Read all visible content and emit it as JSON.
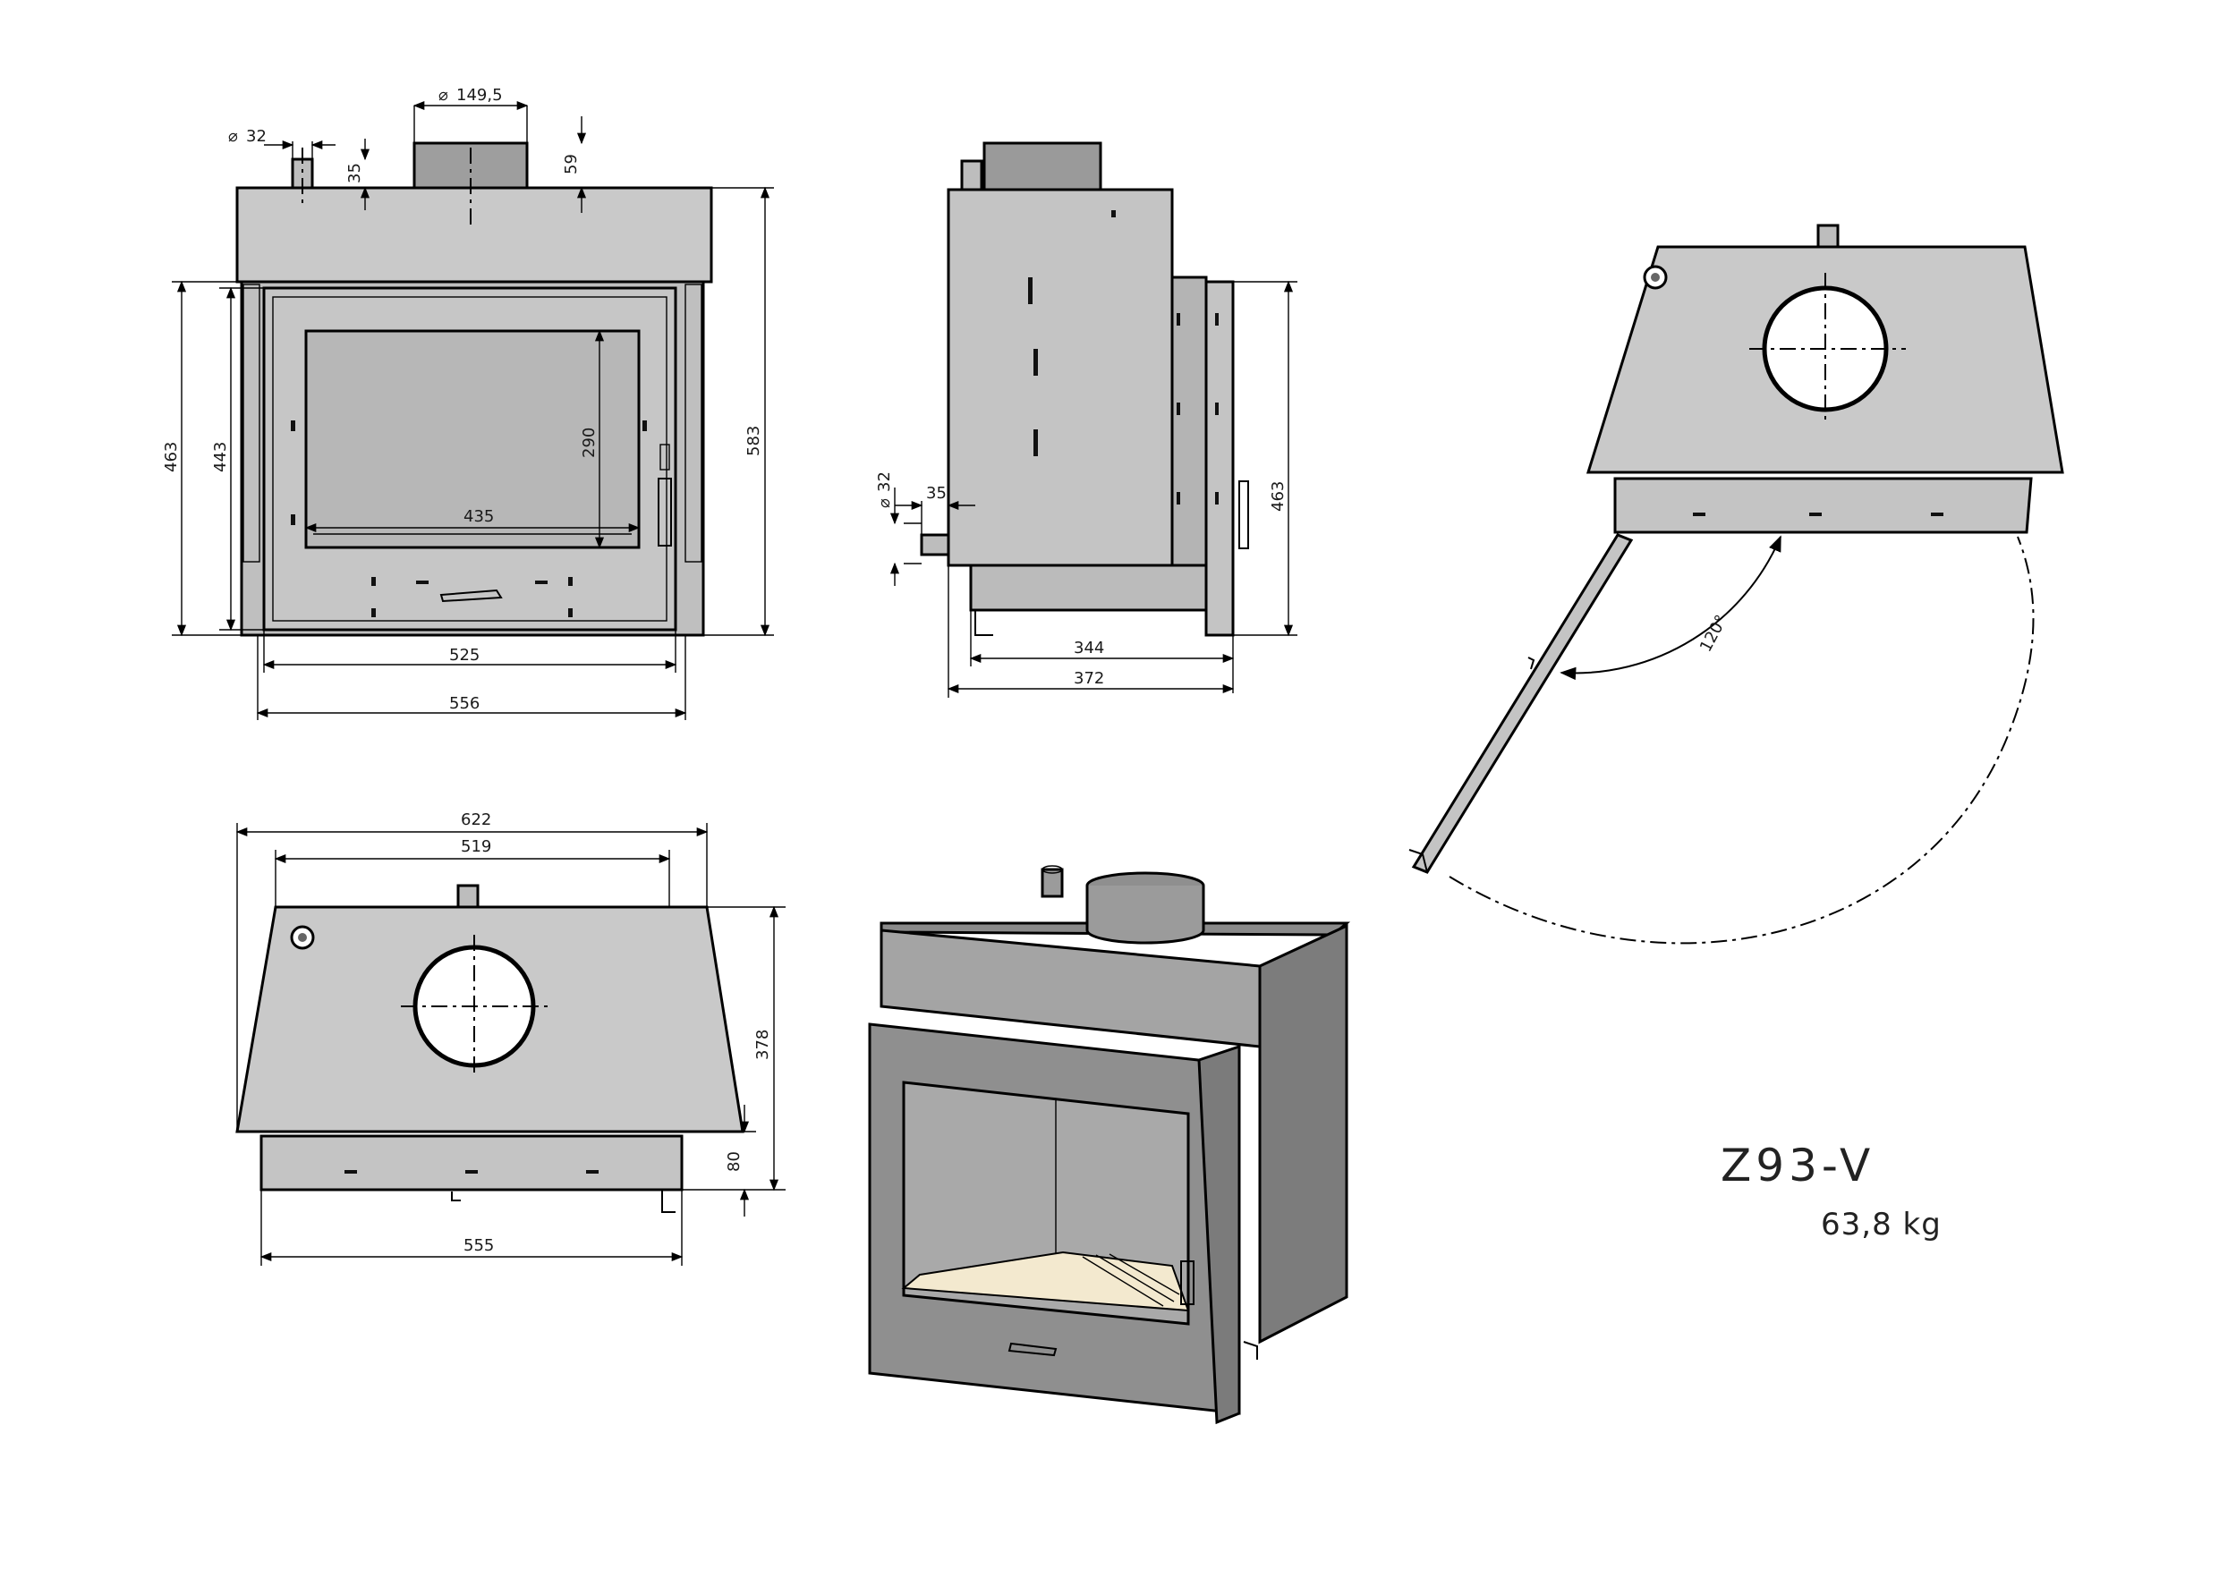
{
  "model": {
    "name": "Z93-V",
    "weight": "63,8 kg"
  },
  "front_view": {
    "dim_flue_diameter": "149,5",
    "dim_small_pipe_diameter": "32",
    "dim_small_pipe_height": "35",
    "dim_flue_height": "59",
    "dim_overall_height": "583",
    "dim_body_height": "463",
    "dim_door_height": "443",
    "dim_glass_height": "290",
    "dim_glass_width": "435",
    "dim_door_width": "525",
    "dim_body_width": "556"
  },
  "side_view": {
    "dim_pipe_diameter": "32",
    "dim_pipe_length": "35",
    "dim_front_height": "463",
    "dim_depth_inner": "344",
    "dim_depth_total": "372"
  },
  "top_view": {
    "dim_top_width": "622",
    "dim_top_width_inner": "519",
    "dim_top_depth": "378",
    "dim_front_offset": "80",
    "dim_bottom_width": "555"
  },
  "door_swing_view": {
    "dim_opening_angle": "120°"
  },
  "colors": {
    "steel": "#c9c9c9",
    "steel_dark": "#8a8a8a",
    "glass": "#b7b7b7",
    "fire_bed": "#f3e9cf"
  }
}
